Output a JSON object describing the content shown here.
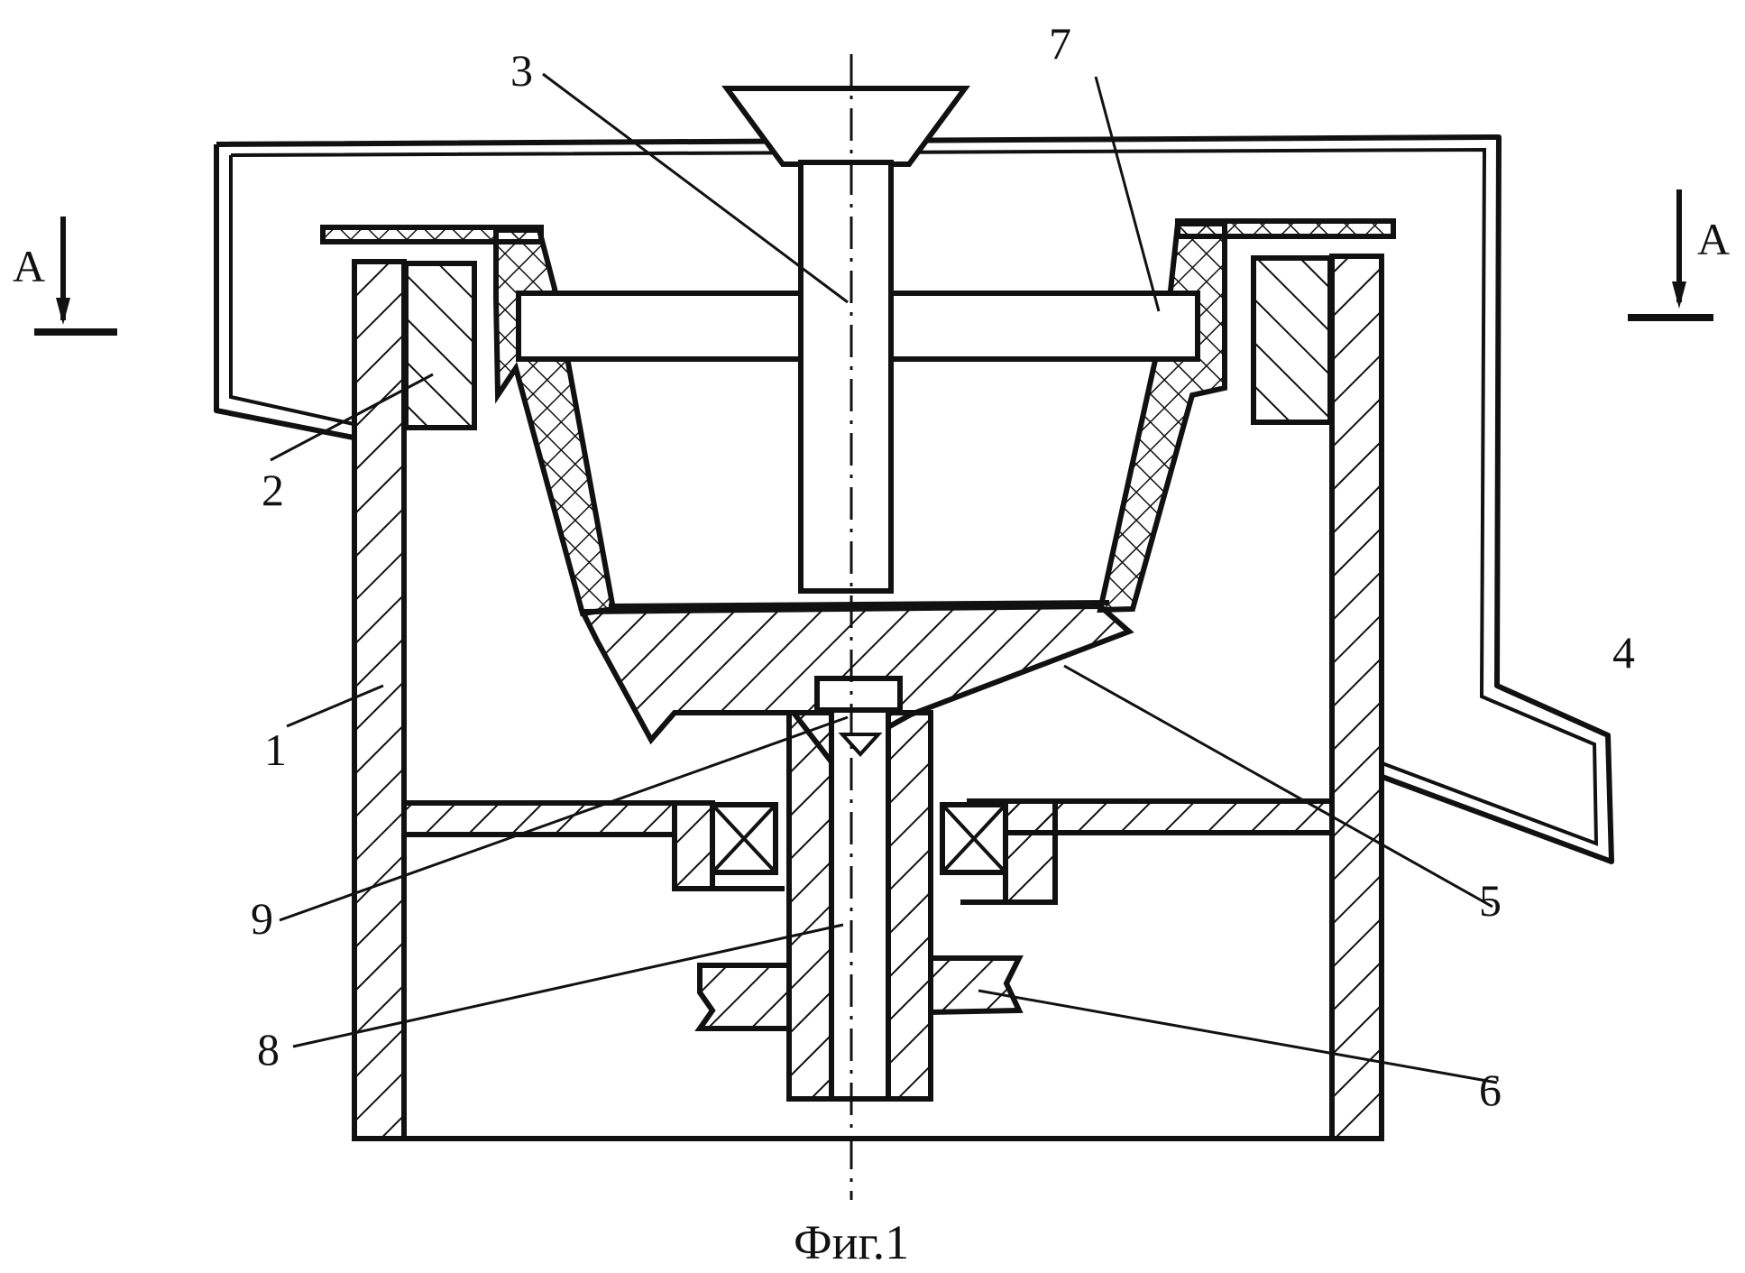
{
  "caption": "Фиг.1",
  "section_marks": {
    "left": "A",
    "right": "A"
  },
  "labels": {
    "n1": "1",
    "n2": "2",
    "n3": "3",
    "n4": "4",
    "n5": "5",
    "n6": "6",
    "n7": "7",
    "n8": "8",
    "n9": "9"
  }
}
